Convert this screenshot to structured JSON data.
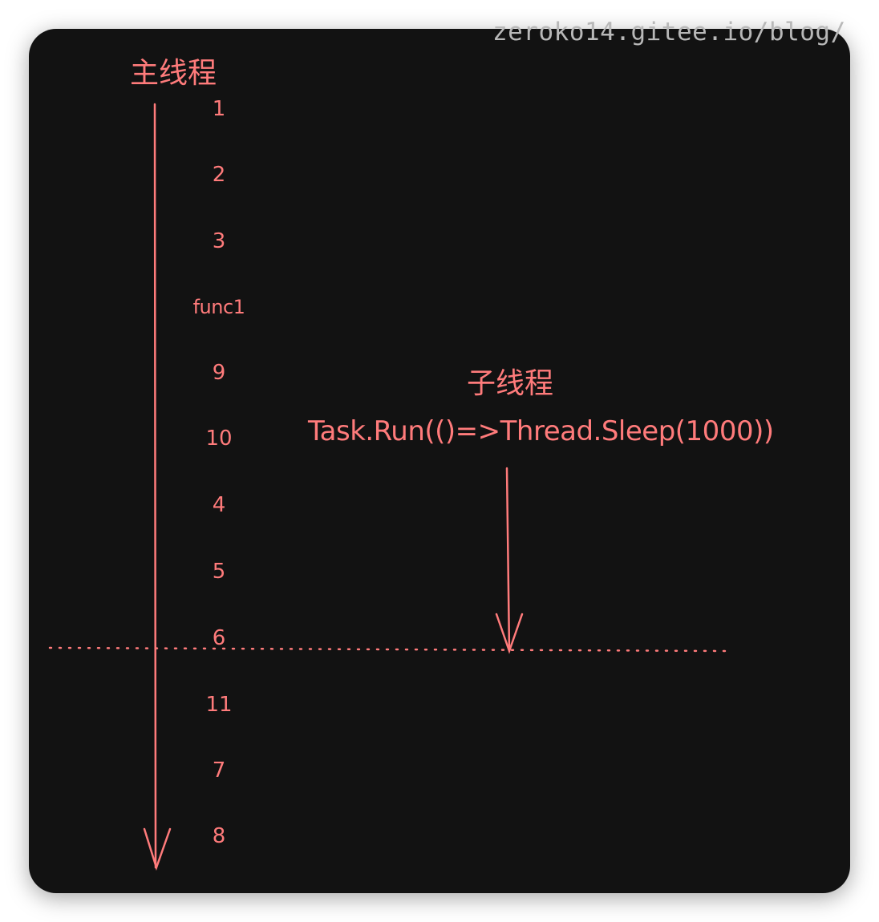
{
  "watermark": "zeroko14.gitee.io/blog/",
  "main_thread": {
    "title": "主线程",
    "steps": [
      "1",
      "2",
      "3",
      "func1",
      "9",
      "10",
      "4",
      "5",
      "6",
      "11",
      "7",
      "8"
    ]
  },
  "sub_thread": {
    "title": "子线程",
    "code": "Task.Run(()=>Thread.Sleep(1000))"
  },
  "colors": {
    "background": "#121212",
    "accent": "#ff7b7b",
    "watermark": "#b8b8b8"
  }
}
